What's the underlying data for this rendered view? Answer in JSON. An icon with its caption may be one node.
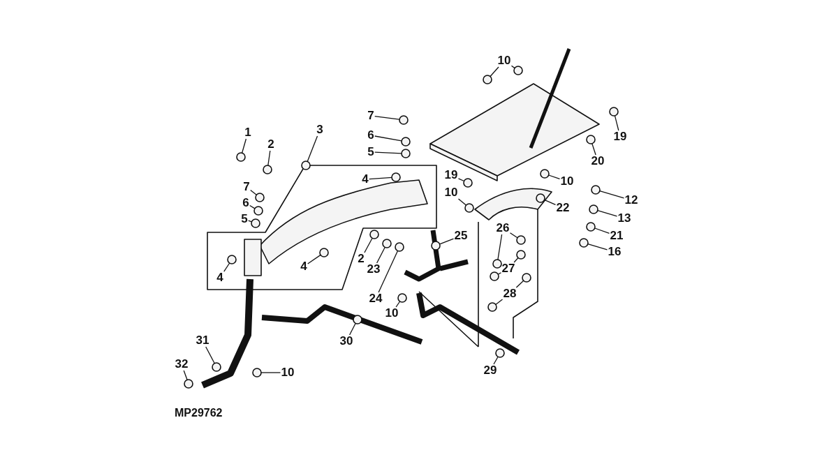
{
  "diagram": {
    "nodes": [
      {
        "text": [
          "1"
        ]
      },
      {
        "text": [
          "2"
        ]
      },
      {
        "text": [
          "7"
        ]
      },
      {
        "text": [
          "6"
        ]
      },
      {
        "text": [
          "5"
        ]
      },
      {
        "text": [
          "3"
        ]
      },
      {
        "text": [
          "4"
        ]
      },
      {
        "text": [
          "4"
        ]
      },
      {
        "text": [
          "7"
        ]
      },
      {
        "text": [
          "6"
        ]
      },
      {
        "text": [
          "5"
        ]
      },
      {
        "text": [
          "4"
        ]
      },
      {
        "text": [
          "2"
        ]
      },
      {
        "text": [
          "23"
        ]
      },
      {
        "text": [
          "24"
        ]
      },
      {
        "text": [
          "10"
        ]
      },
      {
        "text": [
          "25"
        ]
      },
      {
        "text": [
          "10"
        ]
      },
      {
        "text": [
          "19"
        ]
      },
      {
        "text": [
          "20"
        ]
      },
      {
        "text": [
          "19"
        ]
      },
      {
        "text": [
          "10"
        ]
      },
      {
        "text": [
          "10"
        ]
      },
      {
        "text": [
          "12"
        ]
      },
      {
        "text": [
          "22"
        ]
      },
      {
        "text": [
          "13"
        ]
      },
      {
        "text": [
          "21"
        ]
      },
      {
        "text": [
          "16"
        ]
      },
      {
        "text": [
          "26"
        ]
      },
      {
        "text": [
          "27"
        ]
      },
      {
        "text": [
          "28"
        ]
      },
      {
        "text": [
          "30"
        ]
      },
      {
        "text": [
          "29"
        ]
      },
      {
        "text": [
          "10"
        ]
      },
      {
        "text": [
          "31"
        ]
      },
      {
        "text": [
          "32"
        ]
      },
      {
        "text": [],
        "shape": "circle"
      },
      {
        "text": [],
        "shape": "circle"
      },
      {
        "text": [],
        "shape": "circle"
      },
      {
        "text": [],
        "shape": "circle"
      },
      {
        "text": [],
        "shape": "circle"
      },
      {
        "text": [],
        "shape": "circle"
      },
      {
        "text": [],
        "shape": "circle"
      },
      {
        "text": [],
        "shape": "circle"
      },
      {
        "text": [],
        "shape": "circle"
      },
      {
        "text": [],
        "shape": "circle"
      },
      {
        "text": [],
        "shape": "circle"
      },
      {
        "text": [],
        "shape": "circle"
      },
      {
        "text": [],
        "shape": "circle"
      },
      {
        "text": [],
        "shape": "circle"
      },
      {
        "text": [],
        "shape": "circle"
      },
      {
        "text": [],
        "shape": "circle"
      },
      {
        "text": [],
        "shape": "circle"
      },
      {
        "text": [],
        "shape": "circle"
      },
      {
        "text": [],
        "shape": "circle"
      },
      {
        "text": [],
        "shape": "circle"
      },
      {
        "text": [],
        "shape": "circle"
      },
      {
        "text": [],
        "shape": "circle"
      },
      {
        "text": [],
        "shape": "circle"
      },
      {
        "text": [],
        "shape": "circle"
      },
      {
        "text": [],
        "shape": "circle"
      },
      {
        "text": [],
        "shape": "circle"
      },
      {
        "text": [],
        "shape": "circle"
      },
      {
        "text": [],
        "shape": "circle"
      },
      {
        "text": [],
        "shape": "circle"
      },
      {
        "text": [],
        "shape": "circle"
      },
      {
        "text": [],
        "shape": "circle"
      },
      {
        "text": [],
        "shape": "circle"
      },
      {
        "text": [],
        "shape": "circle"
      },
      {
        "text": [],
        "shape": "circle"
      },
      {
        "text": [],
        "shape": "circle"
      },
      {
        "text": [],
        "shape": "circle"
      },
      {
        "text": [],
        "shape": "circle"
      },
      {
        "text": [],
        "shape": "circle"
      },
      {
        "text": [],
        "shape": "circle"
      },
      {
        "text": [],
        "shape": "circle"
      }
    ],
    "edges": [
      {
        "from": 0,
        "to": 36,
        "arrow": "none"
      },
      {
        "from": 1,
        "to": 37,
        "arrow": "none"
      },
      {
        "from": 2,
        "to": 38,
        "arrow": "none"
      },
      {
        "from": 3,
        "to": 39,
        "arrow": "none"
      },
      {
        "from": 4,
        "to": 40,
        "arrow": "none"
      },
      {
        "from": 5,
        "to": 41,
        "arrow": "none"
      },
      {
        "from": 6,
        "to": 42,
        "arrow": "none"
      },
      {
        "from": 7,
        "to": 43,
        "arrow": "none"
      },
      {
        "from": 8,
        "to": 44,
        "arrow": "none"
      },
      {
        "from": 9,
        "to": 45,
        "arrow": "none"
      },
      {
        "from": 10,
        "to": 46,
        "arrow": "none"
      },
      {
        "from": 11,
        "to": 47,
        "arrow": "none"
      },
      {
        "from": 12,
        "to": 48,
        "arrow": "none"
      },
      {
        "from": 13,
        "to": 49,
        "arrow": "none"
      },
      {
        "from": 14,
        "to": 50,
        "arrow": "none"
      },
      {
        "from": 15,
        "to": 51,
        "arrow": "none"
      },
      {
        "from": 16,
        "to": 52,
        "arrow": "none"
      },
      {
        "from": 17,
        "to": 53,
        "arrow": "none"
      },
      {
        "from": 17,
        "to": 54,
        "arrow": "none"
      },
      {
        "from": 18,
        "to": 55,
        "arrow": "none"
      },
      {
        "from": 19,
        "to": 56,
        "arrow": "none"
      },
      {
        "from": 20,
        "to": 57,
        "arrow": "none"
      },
      {
        "from": 21,
        "to": 58,
        "arrow": "none"
      },
      {
        "from": 22,
        "to": 59,
        "arrow": "none"
      },
      {
        "from": 23,
        "to": 60,
        "arrow": "none"
      },
      {
        "from": 24,
        "to": 61,
        "arrow": "none"
      },
      {
        "from": 25,
        "to": 62,
        "arrow": "none"
      },
      {
        "from": 26,
        "to": 63,
        "arrow": "none"
      },
      {
        "from": 27,
        "to": 64,
        "arrow": "none"
      },
      {
        "from": 28,
        "to": 65,
        "arrow": "none"
      },
      {
        "from": 28,
        "to": 66,
        "arrow": "none"
      },
      {
        "from": 29,
        "to": 67,
        "arrow": "none"
      },
      {
        "from": 29,
        "to": 68,
        "arrow": "none"
      },
      {
        "from": 30,
        "to": 69,
        "arrow": "none"
      },
      {
        "from": 30,
        "to": 70,
        "arrow": "none"
      },
      {
        "from": 31,
        "to": 71,
        "arrow": "none"
      },
      {
        "from": 32,
        "to": 72,
        "arrow": "none"
      },
      {
        "from": 33,
        "to": 73,
        "arrow": "none"
      },
      {
        "from": 34,
        "to": 74,
        "arrow": "none"
      },
      {
        "from": 35,
        "to": 75,
        "arrow": "none"
      }
    ],
    "labels": [
      "MP29762"
    ]
  }
}
